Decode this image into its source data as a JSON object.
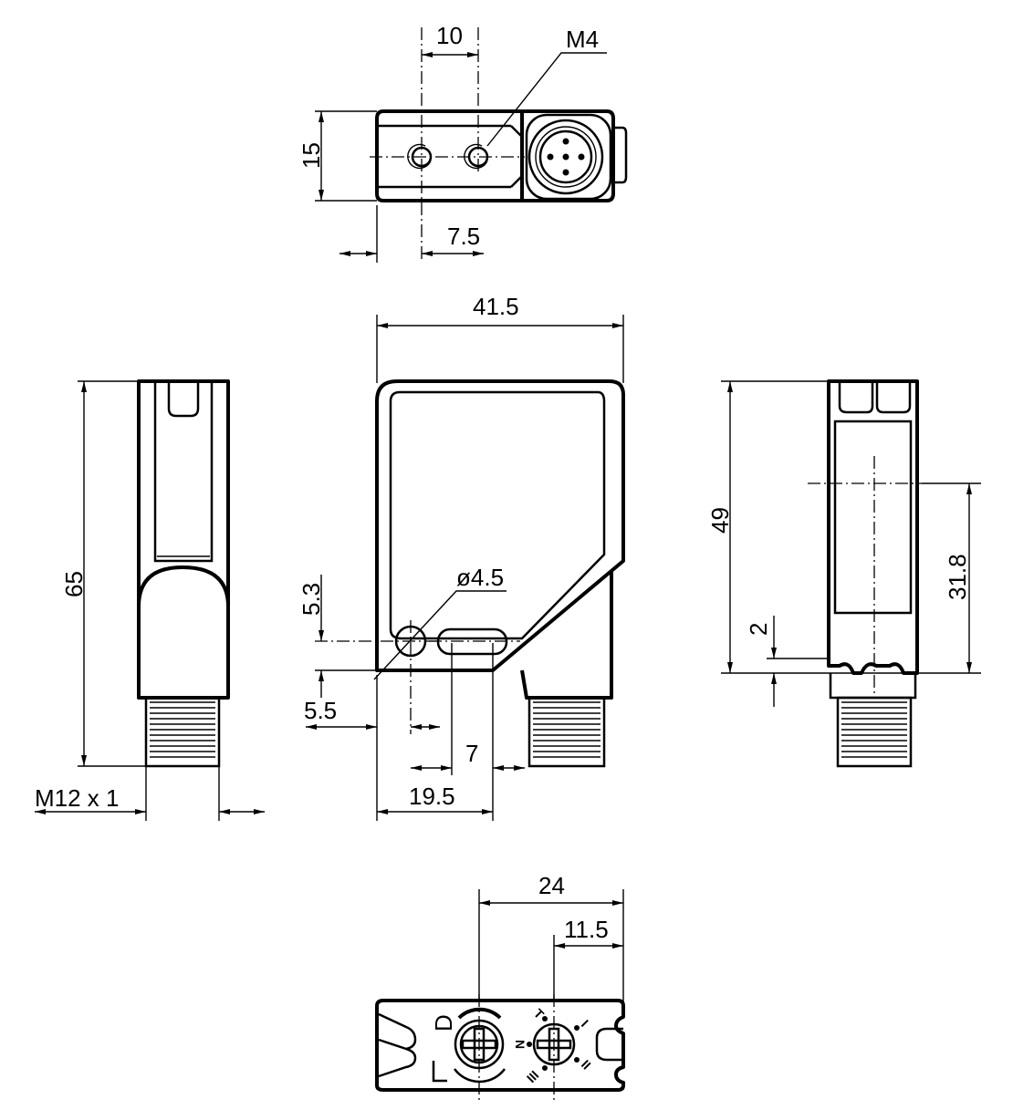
{
  "drawing": {
    "top_view": {
      "dim_hole_spacing": "10",
      "thread_label": "M4",
      "dim_height": "15",
      "dim_hole_offset": "7.5"
    },
    "front_view": {
      "dim_width": "41.5",
      "dim_hole_height": "5.3",
      "dim_hole_diameter": "ø4.5",
      "dim_hole_x": "5.5",
      "dim_slot_width": "7",
      "dim_slot_x": "19.5"
    },
    "left_view": {
      "dim_total_height": "65",
      "connector_label": "M12 x 1"
    },
    "right_view": {
      "dim_body_height": "49",
      "dim_optical_axis": "31.8",
      "dim_base": "2"
    },
    "bottom_view": {
      "dim_pot1": "24",
      "dim_pot2": "11.5",
      "label_d": "D",
      "label_l": "L",
      "switch_labels": [
        "T",
        "I",
        "II",
        "III",
        "N"
      ]
    }
  }
}
